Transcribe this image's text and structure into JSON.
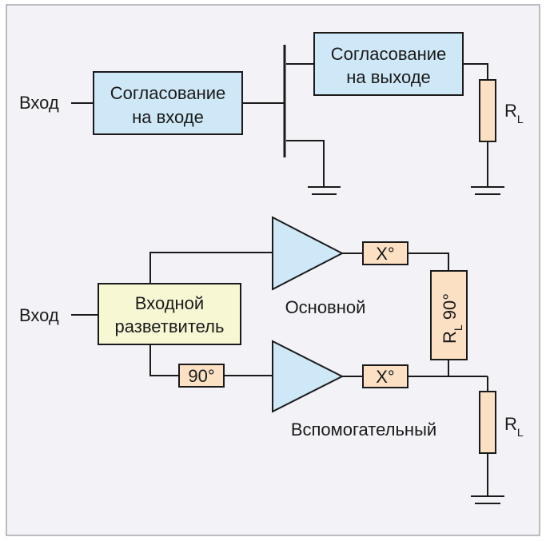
{
  "top": {
    "input_label": "Вход",
    "input_match": [
      "Согласование",
      "на входе"
    ],
    "output_match": [
      "Согласование",
      "на выходе"
    ],
    "load": {
      "main": "R",
      "sub": "L"
    }
  },
  "bottom": {
    "input_label": "Вход",
    "splitter": [
      "Входной",
      "разветвитель"
    ],
    "main_amp": "Основной",
    "aux_amp": "Вспомогательный",
    "phase_shifter": "90°",
    "x_top": "X°",
    "x_bottom": "X°",
    "quarter_wave": {
      "main": "R",
      "sub": "L",
      "suffix": " 90°"
    },
    "load": {
      "main": "R",
      "sub": "L"
    }
  },
  "colors": {
    "background": "#f3f2f7",
    "match_box": "#cfe8f8",
    "splitter_box": "#f8f7d4",
    "element_box": "#fbe0c4"
  }
}
